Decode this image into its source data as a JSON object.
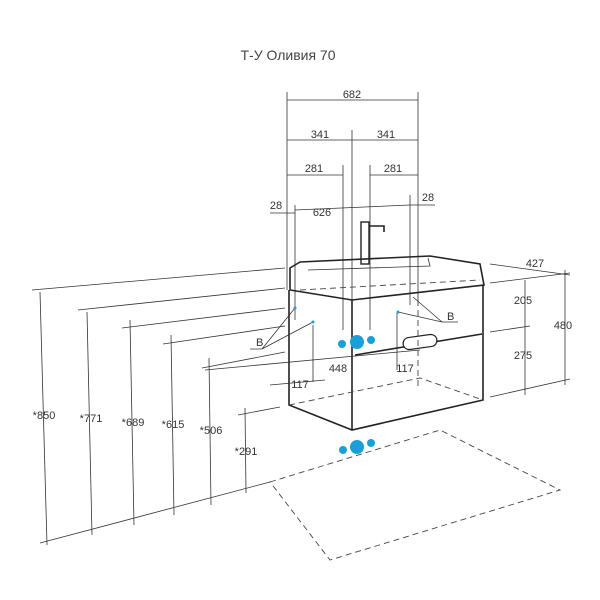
{
  "title": "Т-У Оливия 70",
  "top_dims": {
    "total": "682",
    "half_left": "341",
    "half_right": "341",
    "inner_left": "281",
    "inner_right": "281",
    "edge_left": "28",
    "edge_right": "28",
    "inner_width": "626"
  },
  "right_dims": {
    "depth": "427",
    "upper": "205",
    "lower": "275",
    "height": "480"
  },
  "front_dims": {
    "width_448": "448",
    "offset_left": "117",
    "offset_right": "117"
  },
  "labels": {
    "b_left": "B",
    "b_right": "B"
  },
  "height_dims": [
    "*850",
    "*771",
    "*689",
    "*615",
    "*506",
    "*291"
  ],
  "colors": {
    "connection": "#1a9fd8",
    "line": "#333333"
  }
}
